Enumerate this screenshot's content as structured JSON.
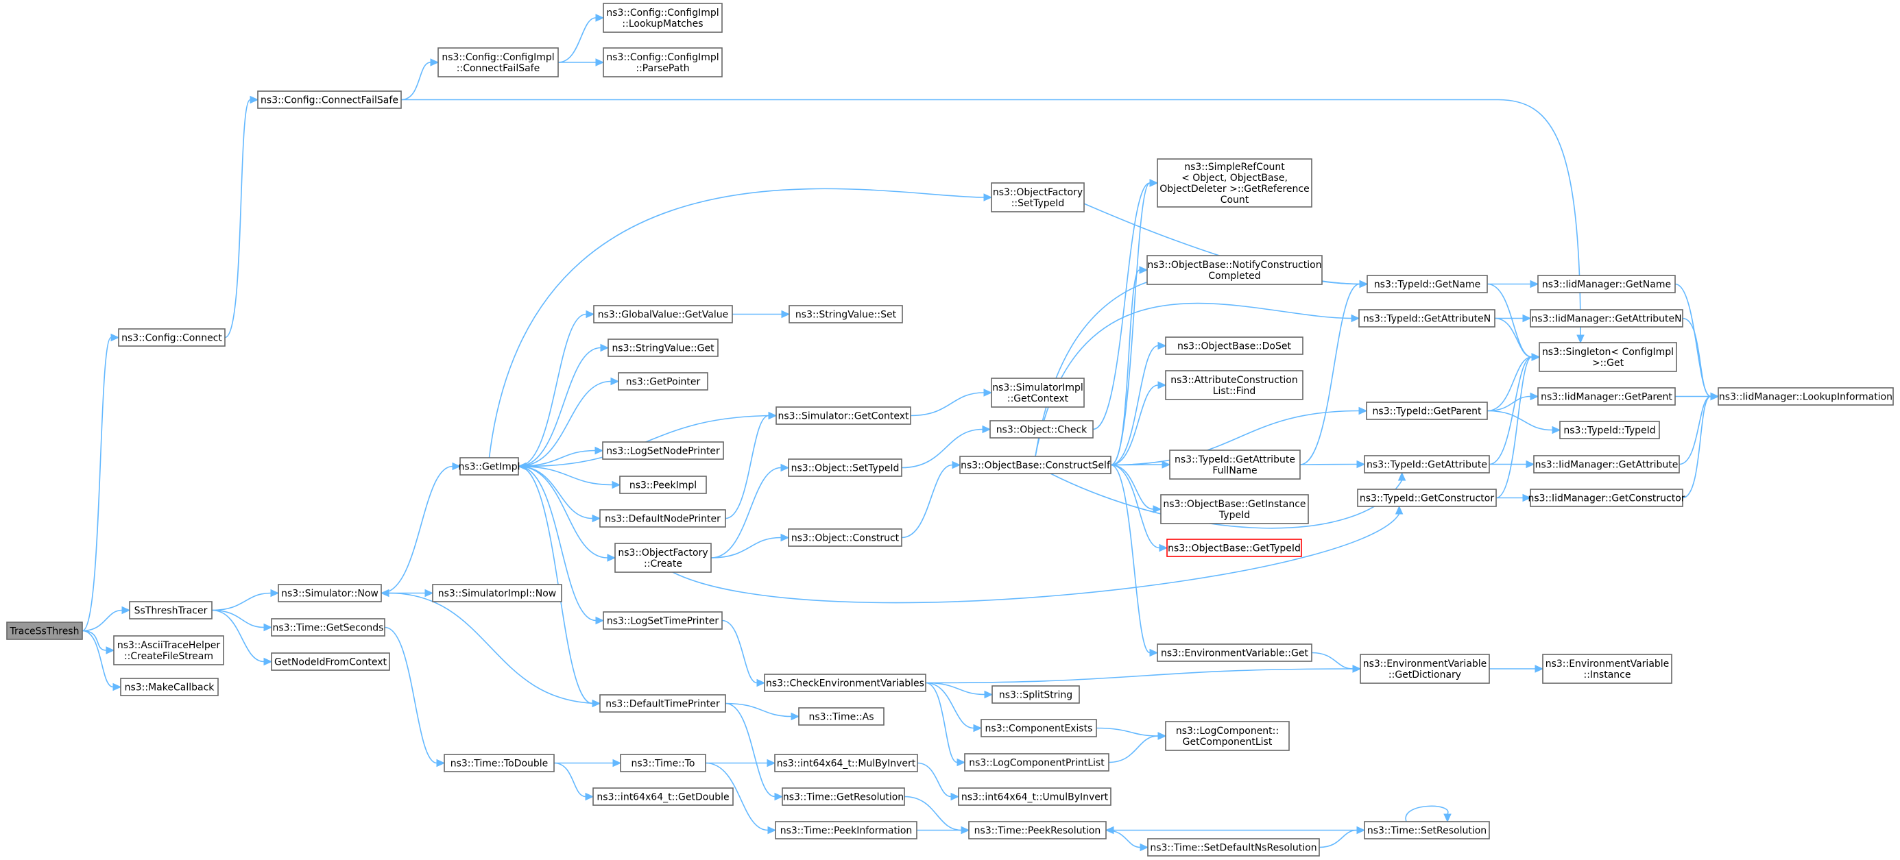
{
  "colors": {
    "edge": "#63b8ff",
    "node_border": "#666666",
    "root_fill": "#999999",
    "highlight_border": "#ff0000"
  },
  "nodes": {
    "tracessthresh": {
      "lines": [
        "TraceSsThresh"
      ]
    },
    "connect": {
      "lines": [
        "ns3::Config::Connect"
      ]
    },
    "ssthreshtracer": {
      "lines": [
        "SsThreshTracer"
      ]
    },
    "asciitrace": {
      "lines": [
        "ns3::AsciiTraceHelper",
        "::CreateFileStream"
      ]
    },
    "makecallback": {
      "lines": [
        "ns3::MakeCallback"
      ]
    },
    "connectfailsafe": {
      "lines": [
        "ns3::Config::ConnectFailSafe"
      ]
    },
    "cfgimpl_connectfailsafe": {
      "lines": [
        "ns3::Config::ConfigImpl",
        "::ConnectFailSafe"
      ]
    },
    "cfgimpl_lookupmatches": {
      "lines": [
        "ns3::Config::ConfigImpl",
        "::LookupMatches"
      ]
    },
    "cfgimpl_parsepath": {
      "lines": [
        "ns3::Config::ConfigImpl",
        "::ParsePath"
      ]
    },
    "simulator_now": {
      "lines": [
        "ns3::Simulator::Now"
      ]
    },
    "time_getseconds": {
      "lines": [
        "ns3::Time::GetSeconds"
      ]
    },
    "getnodeidfromcontext": {
      "lines": [
        "GetNodeIdFromContext"
      ]
    },
    "getimpl": {
      "lines": [
        "ns3::GetImpl"
      ]
    },
    "simulatorimpl_now": {
      "lines": [
        "ns3::SimulatorImpl::Now"
      ]
    },
    "time_todouble": {
      "lines": [
        "ns3::Time::ToDouble"
      ]
    },
    "globalvalue_getvalue": {
      "lines": [
        "ns3::GlobalValue::GetValue"
      ]
    },
    "stringvalue_get": {
      "lines": [
        "ns3::StringValue::Get"
      ]
    },
    "getpointer": {
      "lines": [
        "ns3::GetPointer"
      ]
    },
    "logsetnodeprinter": {
      "lines": [
        "ns3::LogSetNodePrinter"
      ]
    },
    "peekimpl": {
      "lines": [
        "ns3::PeekImpl"
      ]
    },
    "defaultnodeprinter": {
      "lines": [
        "ns3::DefaultNodePrinter"
      ]
    },
    "objectfactory_create": {
      "lines": [
        "ns3::ObjectFactory",
        "::Create"
      ]
    },
    "logsettimeprinter": {
      "lines": [
        "ns3::LogSetTimePrinter"
      ]
    },
    "defaulttimeprinter": {
      "lines": [
        "ns3::DefaultTimePrinter"
      ]
    },
    "time_to": {
      "lines": [
        "ns3::Time::To"
      ]
    },
    "int64_getdouble": {
      "lines": [
        "ns3::int64x64_t::GetDouble"
      ]
    },
    "stringvalue_set": {
      "lines": [
        "ns3::StringValue::Set"
      ]
    },
    "objectfactory_settypeid": {
      "lines": [
        "ns3::ObjectFactory",
        "::SetTypeId"
      ]
    },
    "simulator_getcontext": {
      "lines": [
        "ns3::Simulator::GetContext"
      ]
    },
    "simulatorimpl_getcontext": {
      "lines": [
        "ns3::SimulatorImpl",
        "::GetContext"
      ]
    },
    "object_settypeid": {
      "lines": [
        "ns3::Object::SetTypeId"
      ]
    },
    "object_check": {
      "lines": [
        "ns3::Object::Check"
      ]
    },
    "object_construct": {
      "lines": [
        "ns3::Object::Construct"
      ]
    },
    "checkenvvars": {
      "lines": [
        "ns3::CheckEnvironmentVariables"
      ]
    },
    "time_as": {
      "lines": [
        "ns3::Time::As"
      ]
    },
    "int64_mulbyinvert": {
      "lines": [
        "ns3::int64x64_t::MulByInvert"
      ]
    },
    "time_getresolution": {
      "lines": [
        "ns3::Time::GetResolution"
      ]
    },
    "time_peekinformation": {
      "lines": [
        "ns3::Time::PeekInformation"
      ]
    },
    "int64_umulbyinvert": {
      "lines": [
        "ns3::int64x64_t::UmulByInvert"
      ]
    },
    "splitstring": {
      "lines": [
        "ns3::SplitString"
      ]
    },
    "componentexists": {
      "lines": [
        "ns3::ComponentExists"
      ]
    },
    "logcomponentprintlist": {
      "lines": [
        "ns3::LogComponentPrintList"
      ]
    },
    "time_peekresolution": {
      "lines": [
        "ns3::Time::PeekResolution"
      ]
    },
    "time_setdefaultnsresolution": {
      "lines": [
        "ns3::Time::SetDefaultNsResolution"
      ]
    },
    "objectbase_constructself": {
      "lines": [
        "ns3::ObjectBase::ConstructSelf"
      ]
    },
    "simplerefcount": {
      "lines": [
        "ns3::SimpleRefCount",
        "< Object, ObjectBase,",
        "ObjectDeleter >::GetReference",
        "Count"
      ]
    },
    "notifyconstruction": {
      "lines": [
        "ns3::ObjectBase::NotifyConstruction",
        "Completed"
      ]
    },
    "objectbase_doset": {
      "lines": [
        "ns3::ObjectBase::DoSet"
      ]
    },
    "attrconstructionlist_find": {
      "lines": [
        "ns3::AttributeConstruction",
        "List::Find"
      ]
    },
    "typeid_getattributefullname": {
      "lines": [
        "ns3::TypeId::GetAttribute",
        "FullName"
      ]
    },
    "objectbase_getinstancetypeid": {
      "lines": [
        "ns3::ObjectBase::GetInstance",
        "TypeId"
      ]
    },
    "objectbase_gettypeid": {
      "lines": [
        "ns3::ObjectBase::GetTypeId"
      ]
    },
    "envvar_get": {
      "lines": [
        "ns3::EnvironmentVariable::Get"
      ]
    },
    "envvar_getdictionary": {
      "lines": [
        "ns3::EnvironmentVariable",
        "::GetDictionary"
      ]
    },
    "envvar_instance": {
      "lines": [
        "ns3::EnvironmentVariable",
        "::Instance"
      ]
    },
    "logcomponent_getcomponentlist": {
      "lines": [
        "ns3::LogComponent::",
        "GetComponentList"
      ]
    },
    "time_setresolution": {
      "lines": [
        "ns3::Time::SetResolution"
      ]
    },
    "typeid_getname": {
      "lines": [
        "ns3::TypeId::GetName"
      ]
    },
    "typeid_getattributen": {
      "lines": [
        "ns3::TypeId::GetAttributeN"
      ]
    },
    "typeid_getparent": {
      "lines": [
        "ns3::TypeId::GetParent"
      ]
    },
    "typeid_getattribute": {
      "lines": [
        "ns3::TypeId::GetAttribute"
      ]
    },
    "typeid_getconstructor": {
      "lines": [
        "ns3::TypeId::GetConstructor"
      ]
    },
    "iid_getname": {
      "lines": [
        "ns3::IidManager::GetName"
      ]
    },
    "iid_getattributen": {
      "lines": [
        "ns3::IidManager::GetAttributeN"
      ]
    },
    "singleton_get": {
      "lines": [
        "ns3::Singleton< ConfigImpl",
        " >::Get"
      ]
    },
    "iid_getparent": {
      "lines": [
        "ns3::IidManager::GetParent"
      ]
    },
    "typeid_typeid": {
      "lines": [
        "ns3::TypeId::TypeId"
      ]
    },
    "iid_getattribute": {
      "lines": [
        "ns3::IidManager::GetAttribute"
      ]
    },
    "iid_getconstructor": {
      "lines": [
        "ns3::IidManager::GetConstructor"
      ]
    },
    "iid_lookupinformation": {
      "lines": [
        "ns3::IidManager::LookupInformation"
      ]
    }
  }
}
